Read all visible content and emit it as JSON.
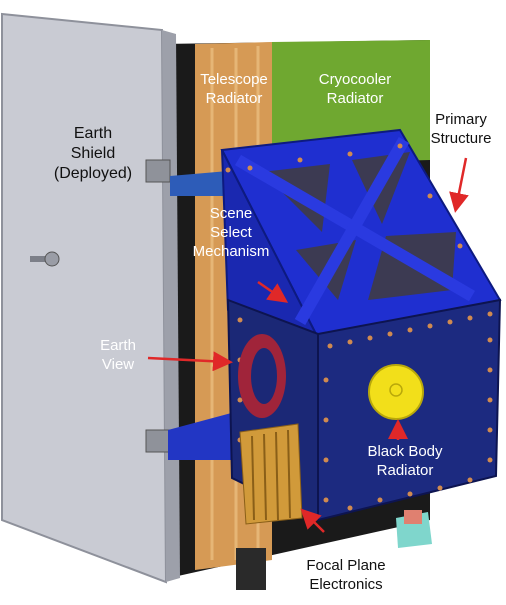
{
  "labels": {
    "earth_shield": "Earth\nShield\n(Deployed)",
    "telescope_radiator": "Telescope\nRadiator",
    "cryocooler_radiator": "Cryocooler\nRadiator",
    "primary_structure": "Primary\nStructure",
    "scene_select": "Scene\nSelect\nMechanism",
    "earth_view": "Earth\nView",
    "black_body": "Black Body\nRadiator",
    "focal_plane": "Focal Plane\nElectronics"
  },
  "colors": {
    "shield": "#c9cbd3",
    "telescope_radiator": "#d69a55",
    "cryocooler_radiator": "#6fa830",
    "structure": "#1f2fd0",
    "box": "#1c2a80",
    "arrow": "#e02828",
    "black_body": "#f2df1a",
    "earth_view_ring": "#a0243a",
    "electronics": "#d19a3a"
  }
}
